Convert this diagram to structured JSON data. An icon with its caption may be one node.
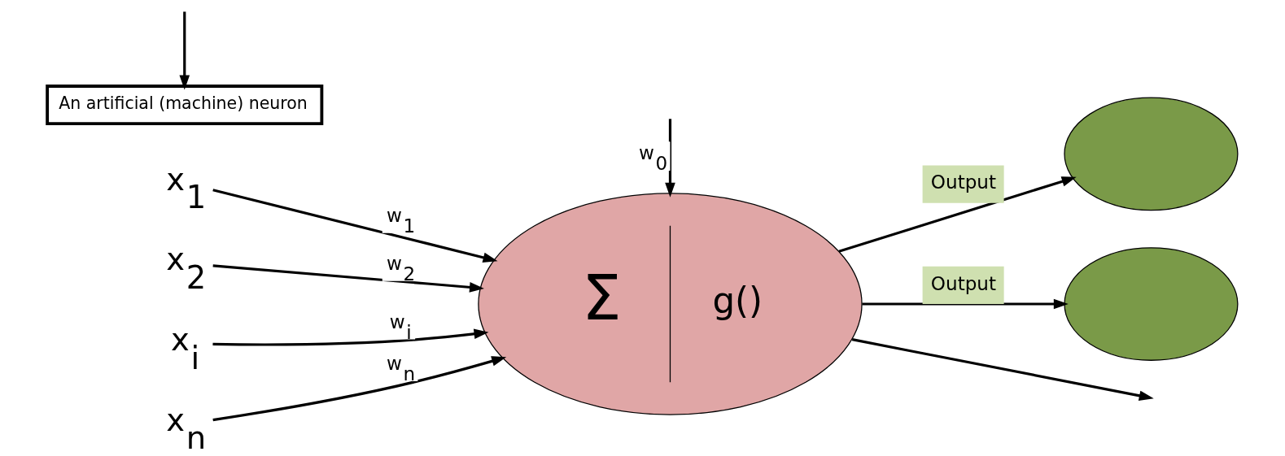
{
  "diagram": {
    "nodes": [
      {
        "text": [
          "x$_{1}$"
        ]
      },
      {
        "text": [
          "x$_{2}$"
        ]
      },
      {
        "text": [
          "x$_{i}$"
        ]
      },
      {
        "text": [
          "x$_{n}$"
        ]
      },
      {
        "text": [
          "Σ",
          "g()"
        ]
      },
      {
        "text": [
          "An artificial (machine) neuron"
        ]
      },
      {
        "text": [],
        "shape": "ellipse"
      },
      {
        "text": [],
        "shape": "ellipse"
      }
    ],
    "edges": [
      {
        "from": 0,
        "to": 4,
        "arrow": "to",
        "label": "w$_{1}$"
      },
      {
        "from": 1,
        "to": 4,
        "arrow": "to",
        "label": "w$_{2}$"
      },
      {
        "from": 2,
        "to": 4,
        "arrow": "to",
        "label": "w$_{i}$"
      },
      {
        "from": 3,
        "to": 4,
        "arrow": "to",
        "label": "w$_{n}$"
      },
      {
        "from": 4,
        "to": 6,
        "arrow": "to",
        "label": "Output"
      },
      {
        "from": 4,
        "to": 7,
        "arrow": "to",
        "label": "Output"
      },
      {
        "from": 4,
        "to": null,
        "arrow": "to"
      },
      {
        "from": null,
        "to": 5,
        "arrow": "to"
      },
      {
        "from": null,
        "to": 4,
        "arrow": "to",
        "label": "w$_{0}$"
      }
    ]
  }
}
